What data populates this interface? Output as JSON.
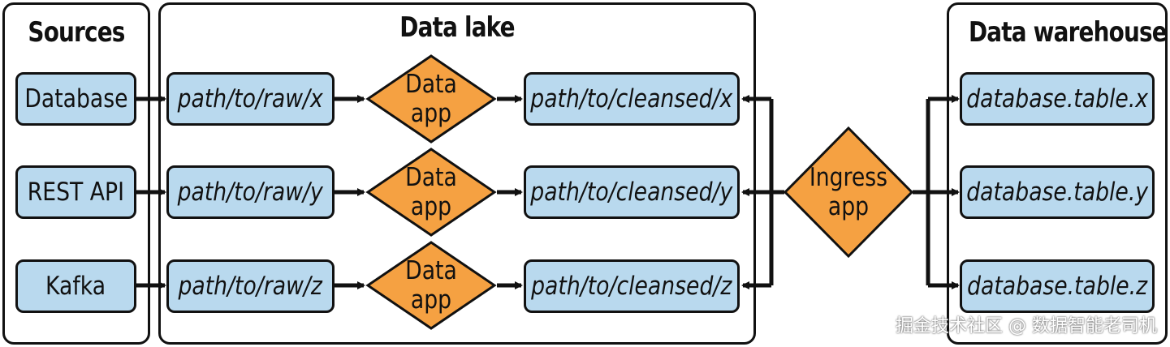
{
  "groups": {
    "sources": "Sources",
    "data_lake": "Data lake",
    "warehouse": "Data warehouse"
  },
  "sources": [
    "Database",
    "REST API",
    "Kafka"
  ],
  "raw_paths": [
    "path/to/raw/x",
    "path/to/raw/y",
    "path/to/raw/z"
  ],
  "data_app_label": "Data\napp",
  "cleansed_paths": [
    "path/to/cleansed/x",
    "path/to/cleansed/y",
    "path/to/cleansed/z"
  ],
  "ingress_label": "Ingress\napp",
  "tables": [
    "database.table.x",
    "database.table.y",
    "database.table.z"
  ],
  "colors": {
    "node_fill": "#b9d9ee",
    "diamond_fill": "#f5a142",
    "stroke": "#111111"
  },
  "watermark": "掘金技术社区 @ 数据智能老司机"
}
